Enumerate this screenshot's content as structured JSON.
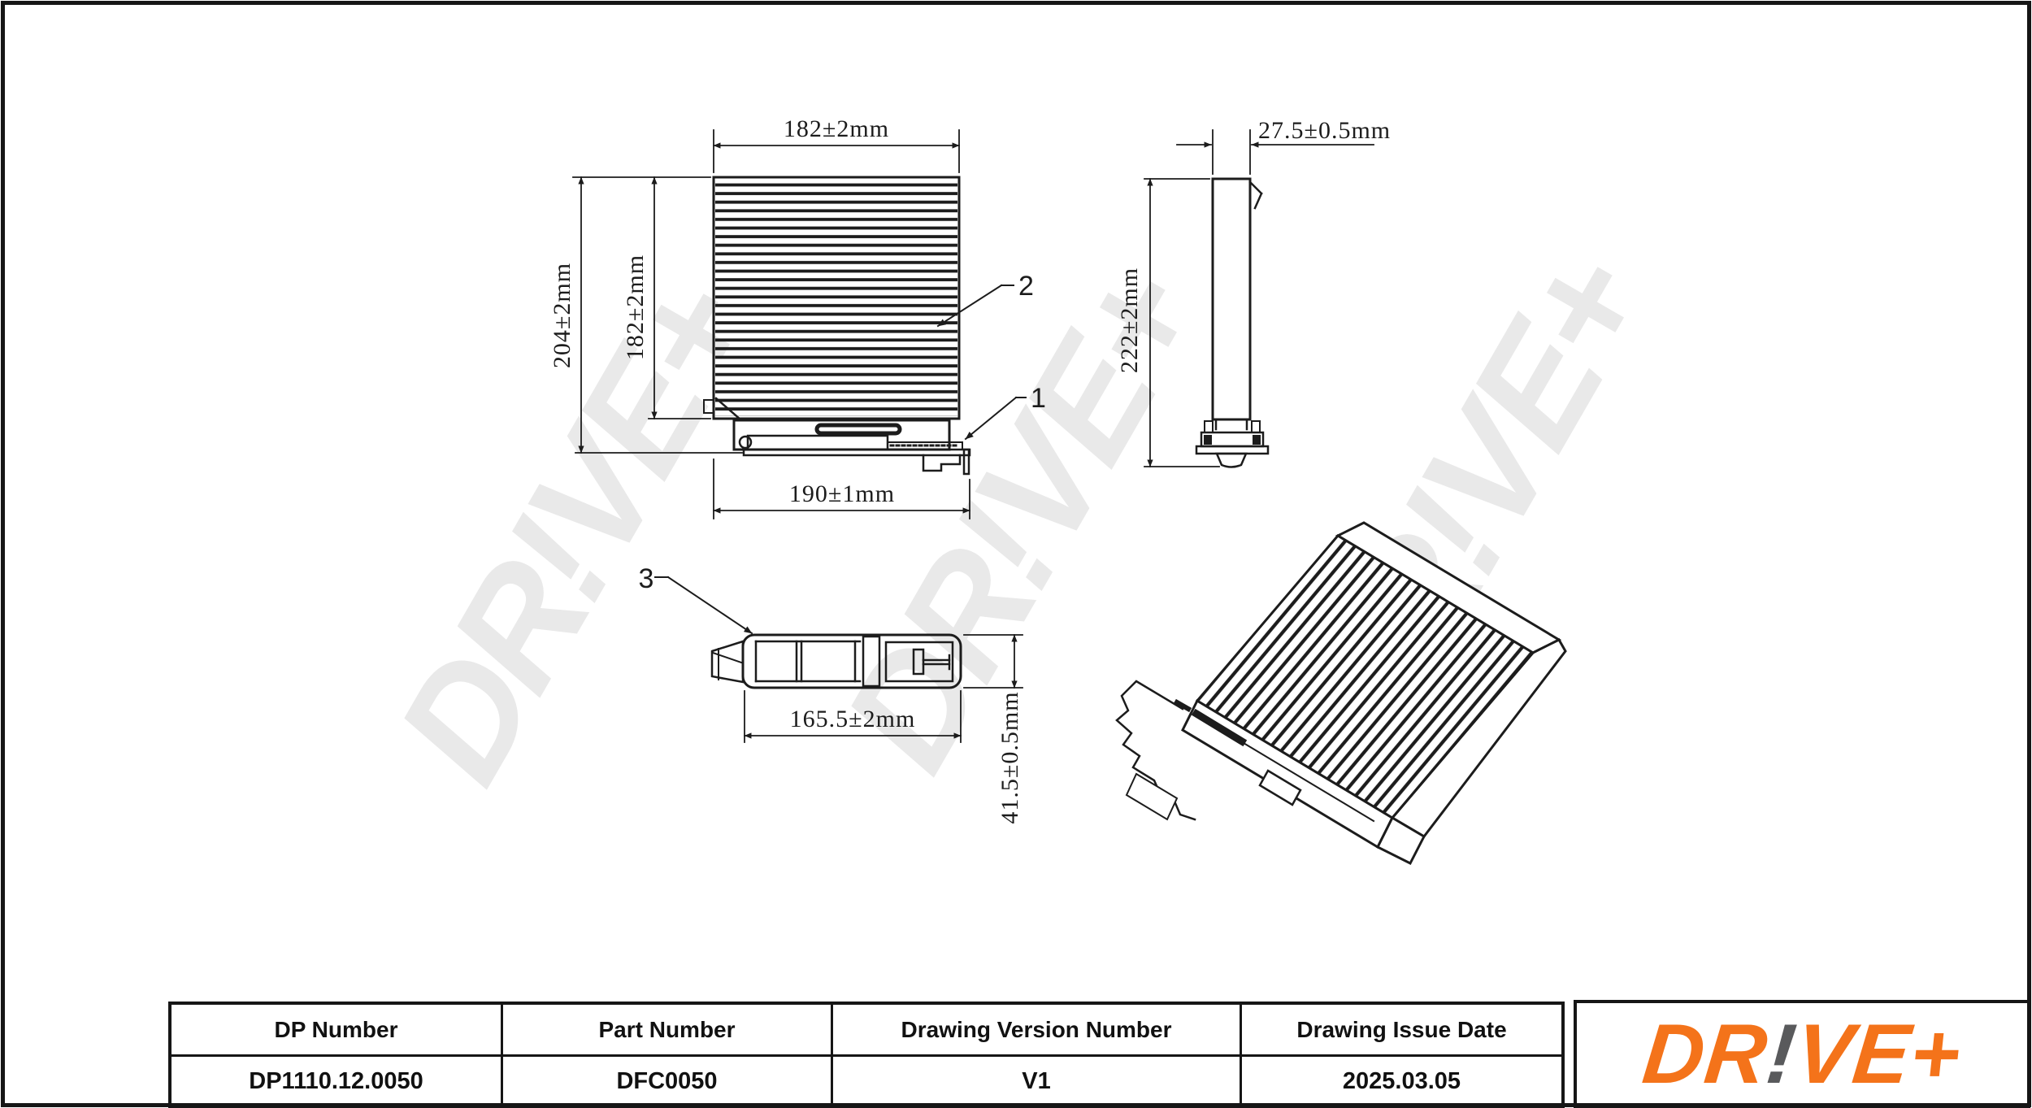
{
  "watermark": {
    "text": "DR!VE+",
    "color": "#E9E9E9"
  },
  "views": {
    "front": {
      "dim_top": "182±2mm",
      "dim_left_outer": "204±2mm",
      "dim_left_inner": "182±2mm",
      "dim_bottom": "190±1mm"
    },
    "side": {
      "dim_top": "27.5±0.5mm",
      "dim_left": "222±2mm"
    },
    "top": {
      "dim_width": "165.5±2mm",
      "dim_height": "41.5±0.5mm"
    },
    "labels": {
      "frame": "1",
      "media": "2",
      "cover": "3"
    }
  },
  "title_block": {
    "columns": [
      {
        "header": "DP Number",
        "value": "DP1110.12.0050"
      },
      {
        "header": "Part Number",
        "value": "DFC0050"
      },
      {
        "header": "Drawing Version Number",
        "value": "V1"
      },
      {
        "header": "Drawing Issue Date",
        "value": "2025.03.05"
      }
    ]
  },
  "logo": {
    "seg1": "DR",
    "seg2": "!",
    "seg3": "VE",
    "seg4": "+",
    "orange": "#F4731A",
    "gray": "#595A5C"
  }
}
